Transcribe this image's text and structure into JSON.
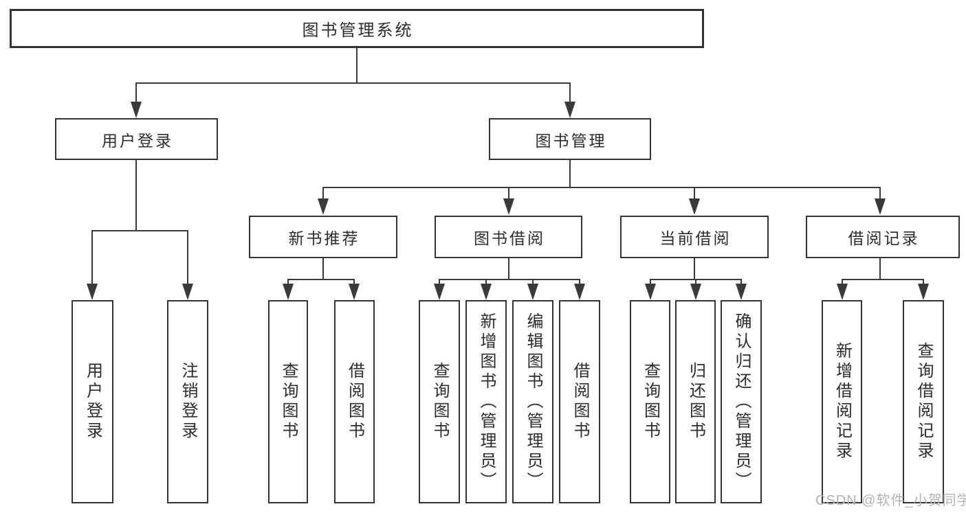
{
  "diagram": {
    "root": {
      "label": "图书管理系统"
    },
    "branches": [
      {
        "label": "用户登录",
        "children": [
          {
            "label": "用户登录"
          },
          {
            "label": "注销登录"
          }
        ]
      },
      {
        "label": "图书管理",
        "children": [
          {
            "label": "新书推荐",
            "children": [
              {
                "label": "查询图书"
              },
              {
                "label": "借阅图书"
              }
            ]
          },
          {
            "label": "图书借阅",
            "children": [
              {
                "label": "查询图书"
              },
              {
                "label": "新增图书（管理员）"
              },
              {
                "label": "编辑图书（管理员）"
              },
              {
                "label": "借阅图书"
              }
            ]
          },
          {
            "label": "当前借阅",
            "children": [
              {
                "label": "查询图书"
              },
              {
                "label": "归还图书"
              },
              {
                "label": "确认归还（管理员）"
              }
            ]
          },
          {
            "label": "借阅记录",
            "children": [
              {
                "label": "新增借阅记录"
              },
              {
                "label": "查询借阅记录"
              }
            ]
          }
        ]
      }
    ]
  },
  "watermark": {
    "text": "CSDN @软件_小贺同学"
  },
  "colors": {
    "line": "#3a3a3a",
    "box_border": "#333333",
    "text": "#2c2c2c",
    "watermark": "#b3b3b6",
    "background": "#ffffff"
  }
}
